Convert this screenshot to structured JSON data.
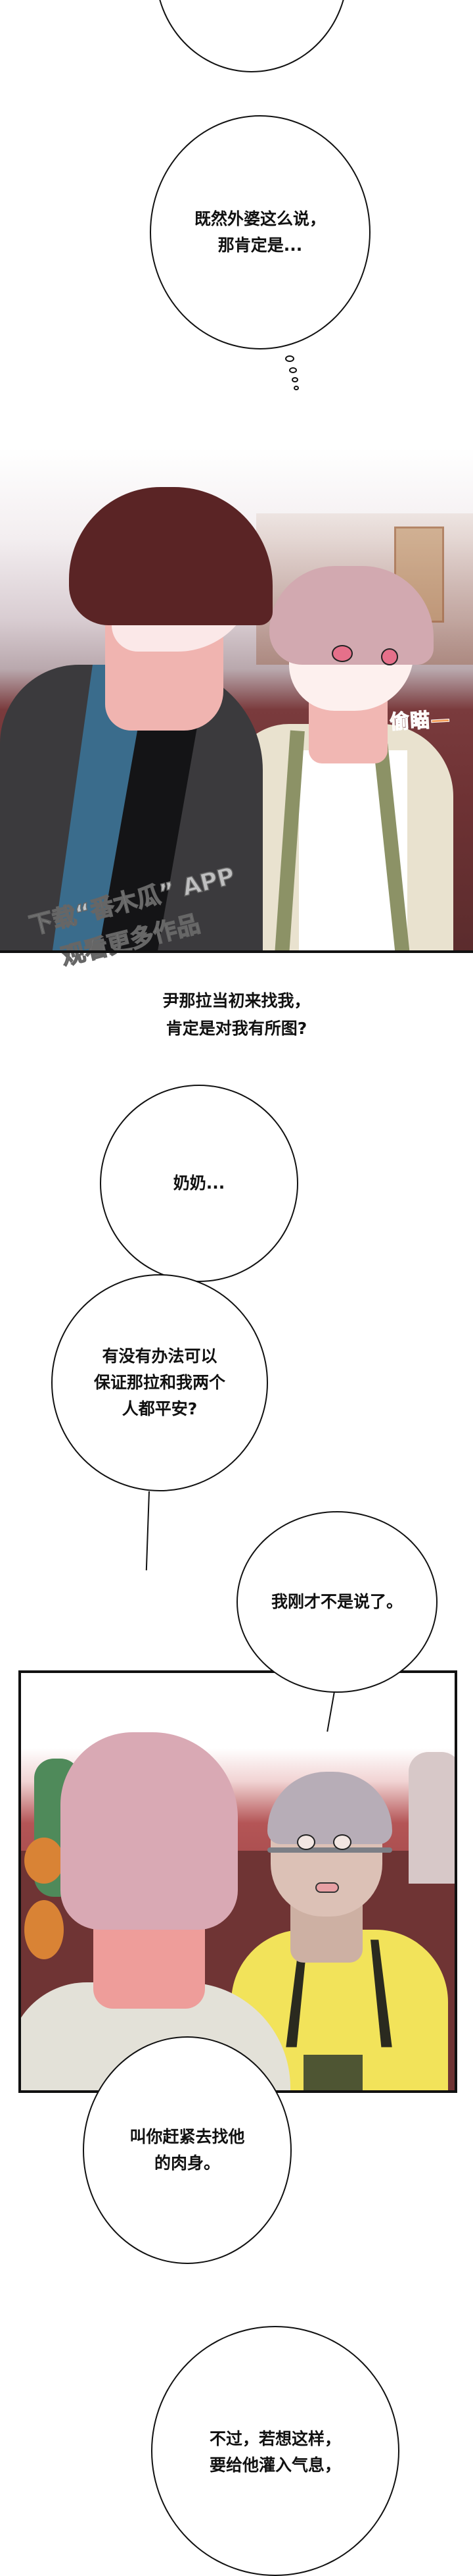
{
  "page": {
    "type": "webtoon-strip",
    "background_color": "#ffffff"
  },
  "bubbles": [
    {
      "id": "top-partial",
      "text": ""
    },
    {
      "id": "thought-1",
      "text": "既然外婆这么说，\n那肯定是..."
    },
    {
      "id": "narration-1",
      "text": "尹那拉当初来找我，\n肯定是对我有所图?"
    },
    {
      "id": "speech-grandma-call",
      "text": "奶奶..."
    },
    {
      "id": "speech-question",
      "text": "有没有办法可以\n保证那拉和我两个\n人都平安?"
    },
    {
      "id": "speech-grandma-reply",
      "text": "我刚才不是说了。"
    },
    {
      "id": "speech-grandma-body",
      "text": "叫你赶紧去找他\n的肉身。"
    },
    {
      "id": "speech-grandma-however",
      "text": "不过，若想这样，\n要给他灌入气息，"
    }
  ],
  "panels": [
    {
      "id": "panel-two-men",
      "sfx": "偷瞄—",
      "sfx_color": "#f39b55",
      "watermark": {
        "line1": "下载“番木瓜” APP",
        "line2": "观看更多作品"
      }
    },
    {
      "id": "panel-grandma",
      "border_color": "#111111"
    }
  ],
  "colors": {
    "ink": "#111111",
    "panel1_bg_dark": "#6e3234",
    "grandma_robe": "#f2e35a",
    "pink_hair": "#d9a9b4",
    "dark_hair": "#5a2425"
  }
}
